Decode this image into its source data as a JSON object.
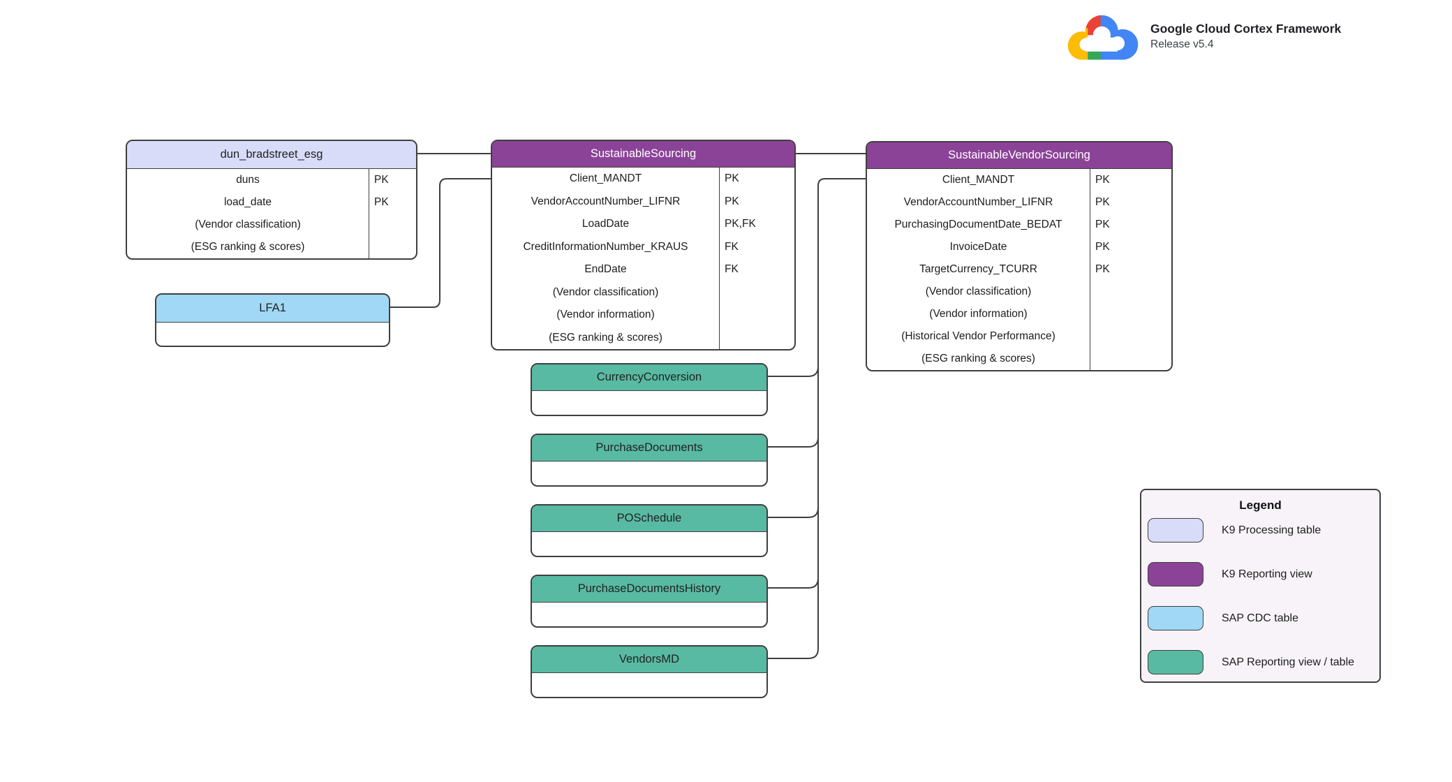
{
  "branding": {
    "product": "Google Cloud Cortex Framework",
    "release": "Release v5.4",
    "logo_icon": "google-cloud-logo"
  },
  "colors": {
    "k9_processing": "#d9dcf8",
    "k9_reporting": "#8b4397",
    "sap_cdc": "#a0d8f5",
    "sap_reporting": "#58baa3",
    "connector_line": "#3f3f3f",
    "legend_bg": "#f8f3f9"
  },
  "tables": {
    "dun_bradstreet_esg": {
      "title": "dun_bradstreet_esg",
      "kind": "k9_processing",
      "rows": [
        {
          "field": "duns",
          "key": "PK"
        },
        {
          "field": "load_date",
          "key": "PK"
        },
        {
          "field": "(Vendor classification)",
          "key": ""
        },
        {
          "field": "(ESG ranking & scores)",
          "key": ""
        }
      ]
    },
    "sustainable_sourcing": {
      "title": "SustainableSourcing",
      "kind": "k9_reporting",
      "rows": [
        {
          "field": "Client_MANDT",
          "key": "PK"
        },
        {
          "field": "VendorAccountNumber_LIFNR",
          "key": "PK"
        },
        {
          "field": "LoadDate",
          "key": "PK,FK"
        },
        {
          "field": "CreditInformationNumber_KRAUS",
          "key": "FK"
        },
        {
          "field": "EndDate",
          "key": "FK"
        },
        {
          "field": "(Vendor classification)",
          "key": ""
        },
        {
          "field": "(Vendor information)",
          "key": ""
        },
        {
          "field": "(ESG ranking & scores)",
          "key": ""
        }
      ]
    },
    "sustainable_vendor_sourcing": {
      "title": "SustainableVendorSourcing",
      "kind": "k9_reporting",
      "rows": [
        {
          "field": "Client_MANDT",
          "key": "PK"
        },
        {
          "field": "VendorAccountNumber_LIFNR",
          "key": "PK"
        },
        {
          "field": "PurchasingDocumentDate_BEDAT",
          "key": "PK"
        },
        {
          "field": "InvoiceDate",
          "key": "PK"
        },
        {
          "field": "TargetCurrency_TCURR",
          "key": "PK"
        },
        {
          "field": "(Vendor classification)",
          "key": ""
        },
        {
          "field": "(Vendor information)",
          "key": ""
        },
        {
          "field": "(Historical Vendor Performance)",
          "key": ""
        },
        {
          "field": "(ESG ranking & scores)",
          "key": ""
        }
      ]
    },
    "lfa1": {
      "title": "LFA1",
      "kind": "sap_cdc",
      "rows": []
    },
    "currency_conversion": {
      "title": "CurrencyConversion",
      "kind": "sap_reporting",
      "rows": []
    },
    "purchase_documents": {
      "title": "PurchaseDocuments",
      "kind": "sap_reporting",
      "rows": []
    },
    "po_schedule": {
      "title": "POSchedule",
      "kind": "sap_reporting",
      "rows": []
    },
    "purchase_documents_history": {
      "title": "PurchaseDocumentsHistory",
      "kind": "sap_reporting",
      "rows": []
    },
    "vendors_md": {
      "title": "VendorsMD",
      "kind": "sap_reporting",
      "rows": []
    }
  },
  "legend": {
    "title": "Legend",
    "items": [
      {
        "label": "K9 Processing table",
        "color_key": "k9_processing"
      },
      {
        "label": "K9 Reporting view",
        "color_key": "k9_reporting"
      },
      {
        "label": "SAP CDC table",
        "color_key": "sap_cdc"
      },
      {
        "label": "SAP Reporting view / table",
        "color_key": "sap_reporting"
      }
    ]
  }
}
